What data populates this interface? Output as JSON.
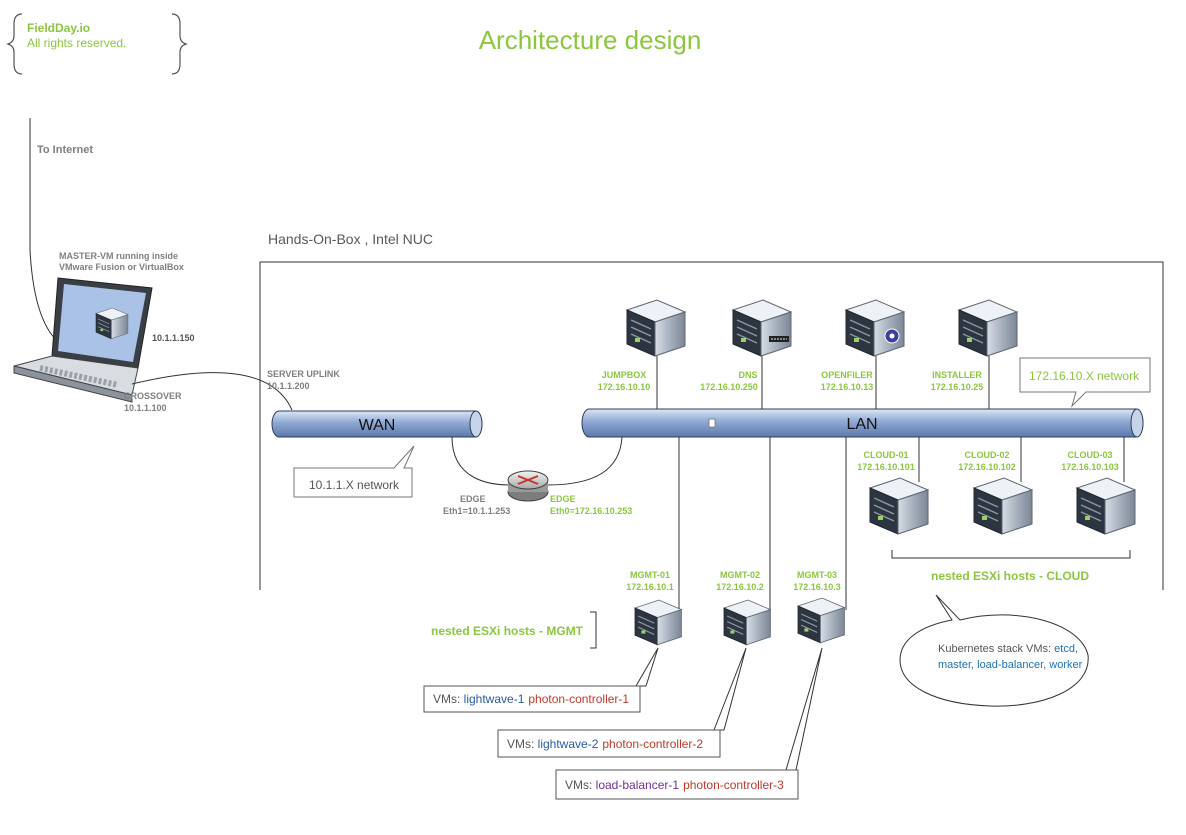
{
  "header": {
    "brand": "FieldDay.io",
    "rights": "All rights reserved.",
    "title": "Architecture design"
  },
  "colors": {
    "accent_green": "#8cc63f",
    "pipe_blue": "#7f9dc9",
    "vm_blue": "#2a5aa6",
    "vm_red": "#c0392b",
    "vm_purple": "#7030a0"
  },
  "internet_label": "To Internet",
  "box_title": "Hands-On-Box , Intel NUC",
  "laptop": {
    "caption_line1": "MASTER-VM running inside",
    "caption_line2": "VMware Fusion or VirtualBox",
    "ip": "10.1.1.150",
    "crossover_label": "CROSSOVER",
    "crossover_ip": "10.1.1.100"
  },
  "uplink": {
    "label": "SERVER UPLINK",
    "ip": "10.1.1.200"
  },
  "wan": {
    "label": "WAN",
    "network_callout": "10.1.1.X network"
  },
  "lan": {
    "label": "LAN",
    "network_callout": "172.16.10.X network"
  },
  "edge": {
    "left_name": "EDGE",
    "left_ip": "Eth1=10.1.1.253",
    "right_name": "EDGE",
    "right_ip": "Eth0=172.16.10.253"
  },
  "servers_top": [
    {
      "name": "JUMPBOX",
      "ip": "172.16.10.10"
    },
    {
      "name": "DNS",
      "ip": "172.16.10.250"
    },
    {
      "name": "OPENFILER",
      "ip": "172.16.10.13"
    },
    {
      "name": "INSTALLER",
      "ip": "172.16.10.25"
    }
  ],
  "cloud_hosts": [
    {
      "name": "CLOUD-01",
      "ip": "172.16.10.101"
    },
    {
      "name": "CLOUD-02",
      "ip": "172.16.10.102"
    },
    {
      "name": "CLOUD-03",
      "ip": "172.16.10.103"
    }
  ],
  "cloud_group_label": "nested ESXi hosts - CLOUD",
  "mgmt_hosts": [
    {
      "name": "MGMT-01",
      "ip": "172.16.10.1"
    },
    {
      "name": "MGMT-02",
      "ip": "172.16.10.2"
    },
    {
      "name": "MGMT-03",
      "ip": "172.16.10.3"
    }
  ],
  "mgmt_group_label": "nested ESXi hosts - MGMT",
  "vm_boxes": [
    {
      "prefix": "VMs: ",
      "first": "lightwave-1",
      "second": "photon-controller-1"
    },
    {
      "prefix": "VMs: ",
      "first": "lightwave-2",
      "second": "photon-controller-2"
    },
    {
      "prefix": "VMs: ",
      "first": "load-balancer-1",
      "second": "photon-controller-3"
    }
  ],
  "kubernetes": {
    "prefix": "Kubernetes stack VMs: ",
    "line1_highlight": "etcd,",
    "line2": "master, load-balancer, worker"
  }
}
